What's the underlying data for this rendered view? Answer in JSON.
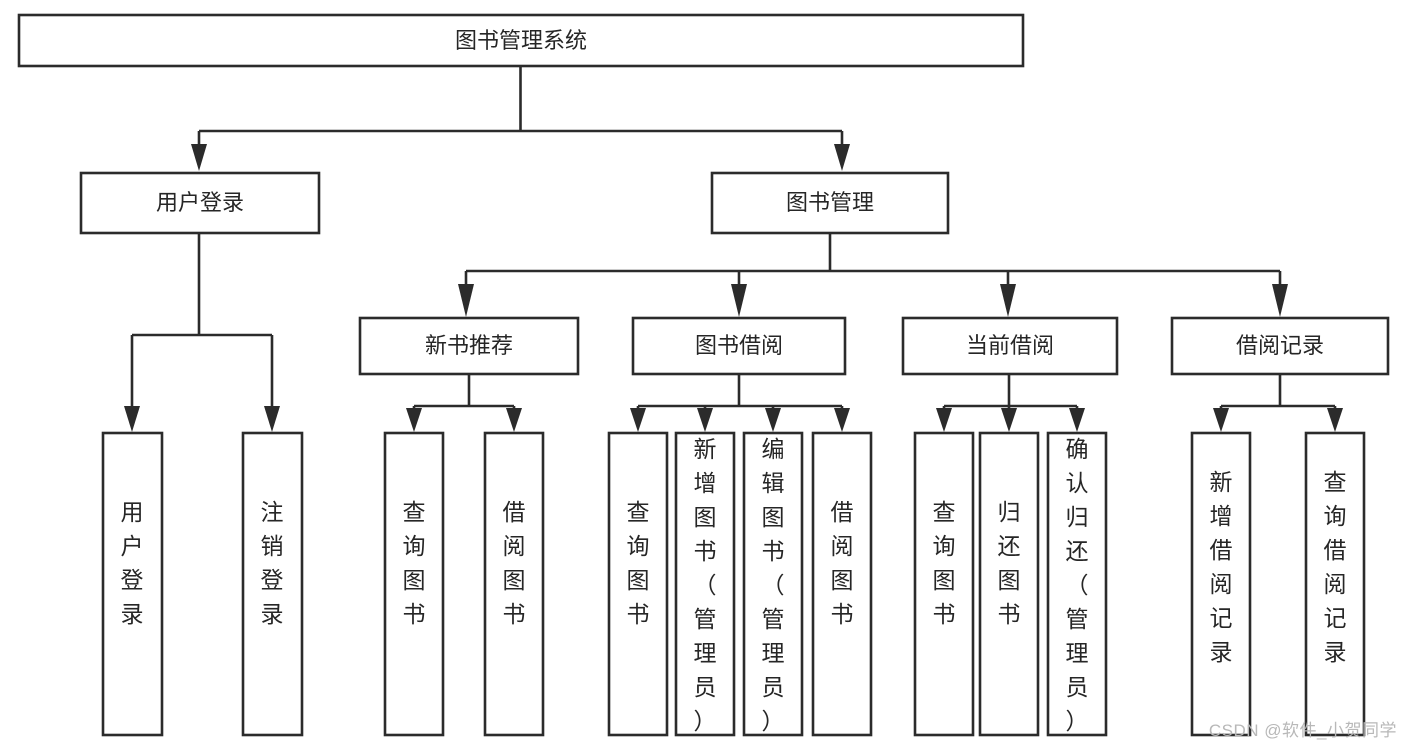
{
  "diagram": {
    "type": "hierarchy-tree",
    "title": "图书管理系统",
    "watermark": "CSDN @软件_小贺同学",
    "colors": {
      "background": "#ffffff",
      "stroke": "#2b2b2b",
      "text": "#262626",
      "watermark": "#b8b8b8"
    },
    "levels": [
      {
        "level": 1,
        "nodes": [
          {
            "id": "root",
            "label": "图书管理系统",
            "orientation": "horizontal"
          }
        ]
      },
      {
        "level": 2,
        "nodes": [
          {
            "id": "user-login",
            "label": "用户登录",
            "orientation": "horizontal",
            "parent": "root"
          },
          {
            "id": "book-manage",
            "label": "图书管理",
            "orientation": "horizontal",
            "parent": "root"
          }
        ]
      },
      {
        "level": 3,
        "nodes": [
          {
            "id": "new-book-rec",
            "label": "新书推荐",
            "orientation": "horizontal",
            "parent": "book-manage"
          },
          {
            "id": "book-borrow",
            "label": "图书借阅",
            "orientation": "horizontal",
            "parent": "book-manage"
          },
          {
            "id": "current-borrow",
            "label": "当前借阅",
            "orientation": "horizontal",
            "parent": "book-manage"
          },
          {
            "id": "borrow-record",
            "label": "借阅记录",
            "orientation": "horizontal",
            "parent": "book-manage"
          }
        ]
      },
      {
        "level": 4,
        "nodes": [
          {
            "id": "leaf-user-login",
            "label": "用户登录",
            "orientation": "vertical",
            "parent": "user-login"
          },
          {
            "id": "leaf-user-logout",
            "label": "注销登录",
            "orientation": "vertical",
            "parent": "user-login"
          },
          {
            "id": "leaf-rec-query",
            "label": "查询图书",
            "orientation": "vertical",
            "parent": "new-book-rec"
          },
          {
            "id": "leaf-rec-borrow",
            "label": "借阅图书",
            "orientation": "vertical",
            "parent": "new-book-rec"
          },
          {
            "id": "leaf-bb-query",
            "label": "查询图书",
            "orientation": "vertical",
            "parent": "book-borrow"
          },
          {
            "id": "leaf-bb-add",
            "label": "新增图书（管理员）",
            "orientation": "vertical",
            "parent": "book-borrow"
          },
          {
            "id": "leaf-bb-edit",
            "label": "编辑图书（管理员）",
            "orientation": "vertical",
            "parent": "book-borrow"
          },
          {
            "id": "leaf-bb-borrow",
            "label": "借阅图书",
            "orientation": "vertical",
            "parent": "book-borrow"
          },
          {
            "id": "leaf-cb-query",
            "label": "查询图书",
            "orientation": "vertical",
            "parent": "current-borrow"
          },
          {
            "id": "leaf-cb-return",
            "label": "归还图书",
            "orientation": "vertical",
            "parent": "current-borrow"
          },
          {
            "id": "leaf-cb-confirm",
            "label": "确认归还（管理员）",
            "orientation": "vertical",
            "parent": "current-borrow"
          },
          {
            "id": "leaf-br-add",
            "label": "新增借阅记录",
            "orientation": "vertical",
            "parent": "borrow-record"
          },
          {
            "id": "leaf-br-query",
            "label": "查询借阅记录",
            "orientation": "vertical",
            "parent": "borrow-record"
          }
        ]
      }
    ],
    "node_text": {
      "root": "图书管理系统",
      "user_login": "用户登录",
      "book_manage": "图书管理",
      "new_book_rec": "新书推荐",
      "book_borrow": "图书借阅",
      "current_borrow": "当前借阅",
      "borrow_record": "借阅记录",
      "leaf_user_login": "用户登录",
      "leaf_user_logout": "注销登录",
      "leaf_rec_query": "查询图书",
      "leaf_rec_borrow": "借阅图书",
      "leaf_bb_query": "查询图书",
      "leaf_bb_add": "新增图书（管理员）",
      "leaf_bb_edit": "编辑图书（管理员）",
      "leaf_bb_borrow": "借阅图书",
      "leaf_cb_query": "查询图书",
      "leaf_cb_return": "归还图书",
      "leaf_cb_confirm": "确认归还（管理员）",
      "leaf_br_add": "新增借阅记录",
      "leaf_br_query": "查询借阅记录"
    }
  }
}
